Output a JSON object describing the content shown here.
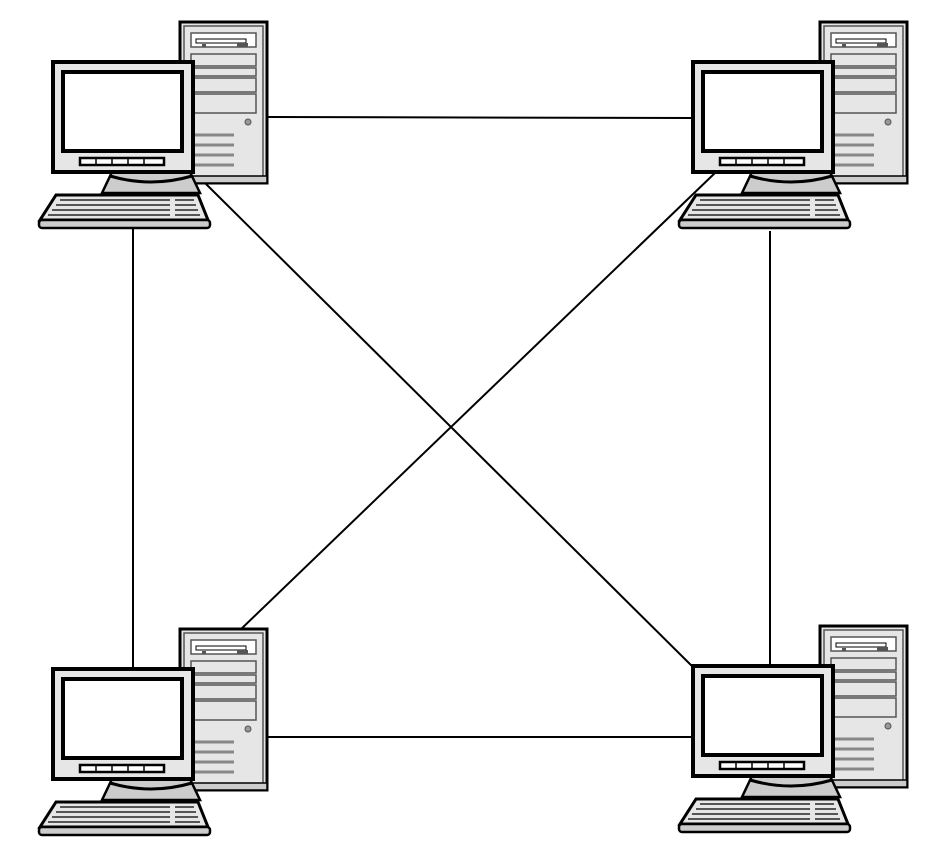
{
  "diagram": {
    "type": "full-mesh-network",
    "nodes": [
      {
        "id": "computer-top-left",
        "icon": "desktop-computer-icon"
      },
      {
        "id": "computer-top-right",
        "icon": "desktop-computer-icon"
      },
      {
        "id": "computer-bottom-left",
        "icon": "desktop-computer-icon"
      },
      {
        "id": "computer-bottom-right",
        "icon": "desktop-computer-icon"
      }
    ],
    "links": [
      [
        "computer-top-left",
        "computer-top-right"
      ],
      [
        "computer-top-left",
        "computer-bottom-left"
      ],
      [
        "computer-top-left",
        "computer-bottom-right"
      ],
      [
        "computer-top-right",
        "computer-bottom-right"
      ],
      [
        "computer-top-right",
        "computer-bottom-left"
      ],
      [
        "computer-bottom-left",
        "computer-bottom-right"
      ]
    ],
    "colors": {
      "line": "#000000",
      "body": "#e6e6e6",
      "screen": "#ffffff"
    }
  }
}
